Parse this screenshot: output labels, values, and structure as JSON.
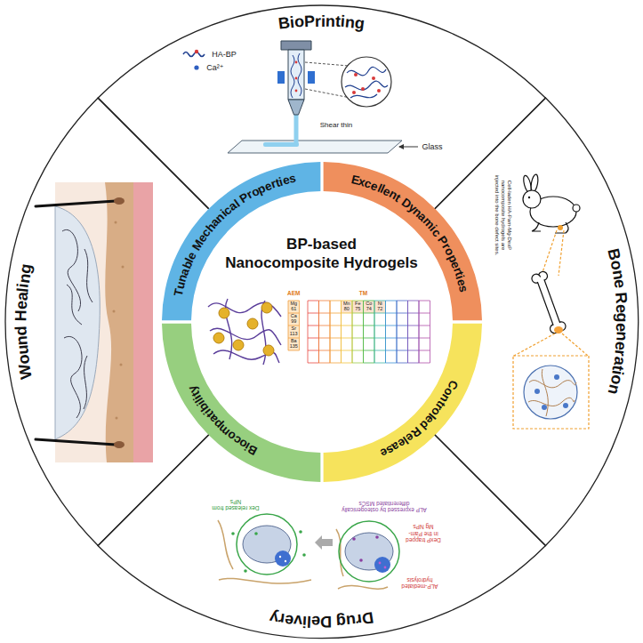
{
  "diagram": {
    "nodes": [
      {
        "text": [
          "BP-based Nanocomposite Hydrogels"
        ]
      },
      {
        "text": [
          "Tunable Mechanical Properties"
        ]
      },
      {
        "text": [
          "Excellent Dynamic Properties"
        ]
      },
      {
        "text": [
          "Controled Release"
        ]
      },
      {
        "text": [
          "Biocompatibility"
        ]
      },
      {
        "text": [
          "BioPrinting"
        ]
      },
      {
        "text": [
          "Bone Regeneration"
        ]
      },
      {
        "text": [
          "Drug Delivery"
        ]
      },
      {
        "text": [
          "Wound Healing"
        ]
      }
    ],
    "labels": [
      "HA-BP",
      "Ca²⁺",
      "Shear thin",
      "Glass",
      "Cell-laden HA-Pam-Mg-DexP nanocomposite hydrogels are injected into the bone defect sites.",
      "Dex released from NPs",
      "ALP expressed by osteogenically differentiated MSCs",
      "DexP trapped in the Pam-Mg NPs",
      "ALP-mediated hydrolysis",
      "AEM",
      "Mg 61",
      "Ca 99",
      "Sr 113",
      "Ba 135",
      "TM",
      "Mn 80",
      "Fe 75",
      "Co 74",
      "Ni 72"
    ]
  }
}
